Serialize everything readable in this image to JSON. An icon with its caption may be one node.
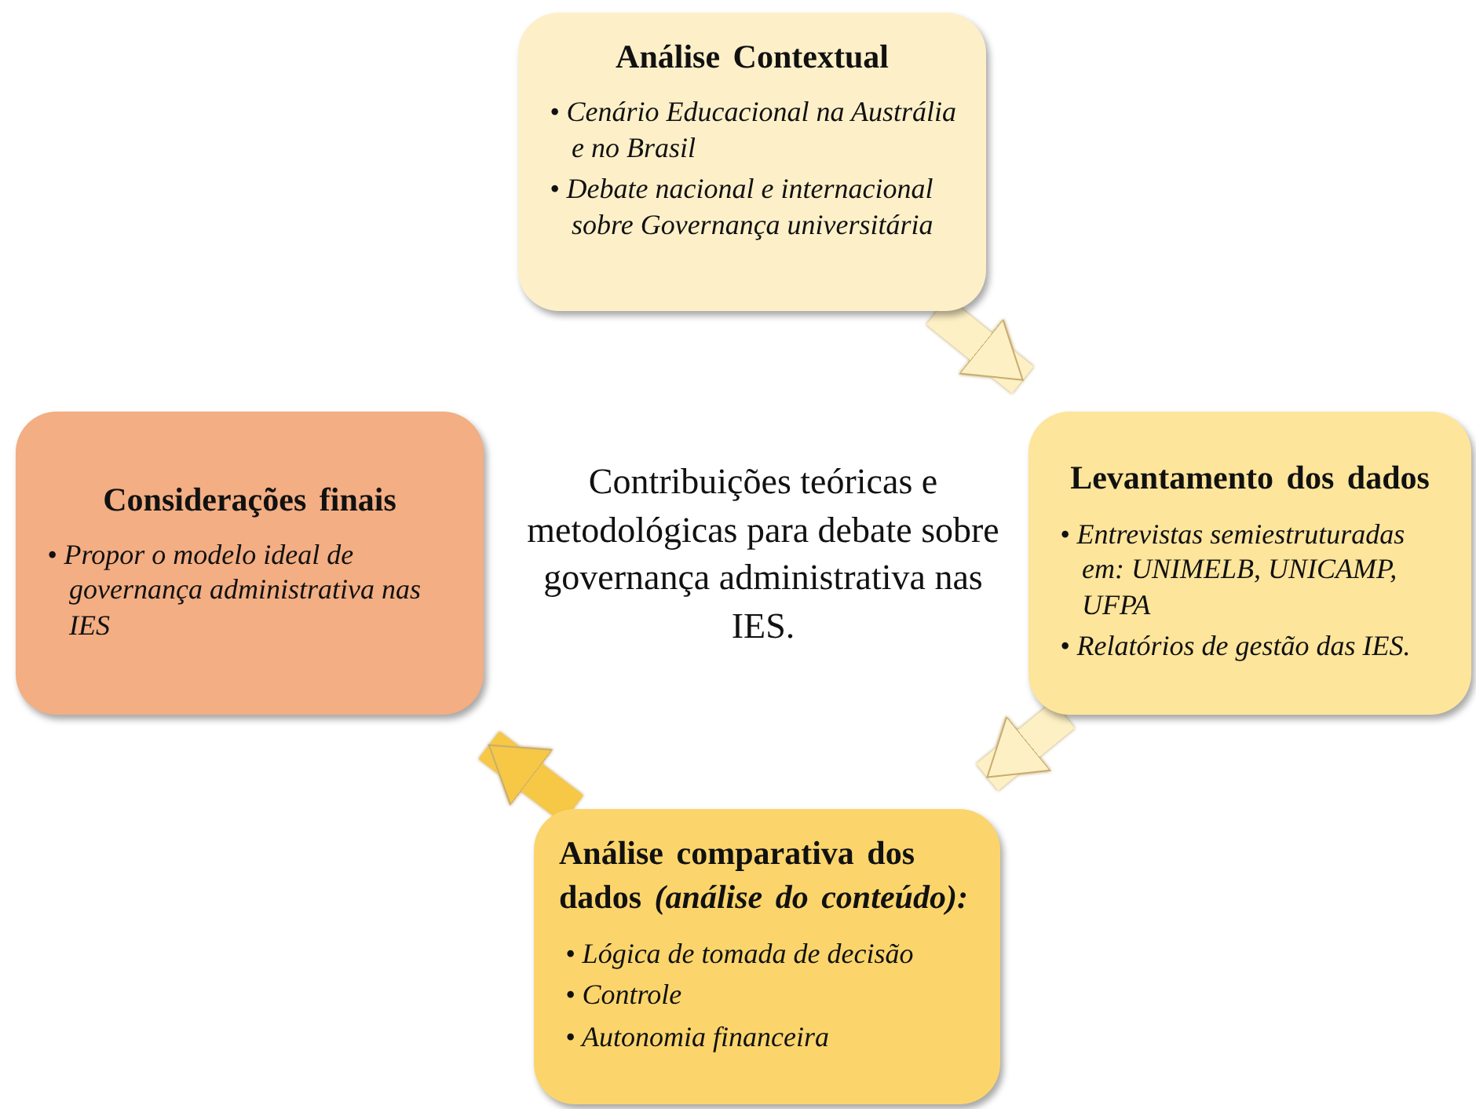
{
  "diagram": {
    "nodes": [
      {
        "text": [
          "Análise Contextual",
          "• Cenário Educacional na Austrália e no Brasil",
          "• Debate nacional e internacional sobre Governança universitária"
        ]
      },
      {
        "text": [
          "Levantamento dos dados",
          "• Entrevistas semiestruturadas em: UNIMELB, UNICAMP, UFPA",
          "• Relatórios de gestão das IES."
        ]
      },
      {
        "text": [
          "Análise comparativa dos dados *(análise do conteúdo):*",
          "• Lógica de tomada de decisão",
          "• Controle",
          "• Autonomia financeira"
        ]
      },
      {
        "text": [
          "Considerações finais",
          "• Propor o modelo ideal de governança administrativa nas IES"
        ]
      }
    ],
    "edges": [
      {
        "from": 0,
        "to": 1,
        "arrow": "to"
      },
      {
        "from": 1,
        "to": 2,
        "arrow": "to"
      },
      {
        "from": 2,
        "to": 3,
        "arrow": "to",
        "color": "#f6c845"
      }
    ],
    "labels": [
      "Contribuições teóricas e metodológicas para debate sobre governança administrativa nas IES."
    ]
  }
}
